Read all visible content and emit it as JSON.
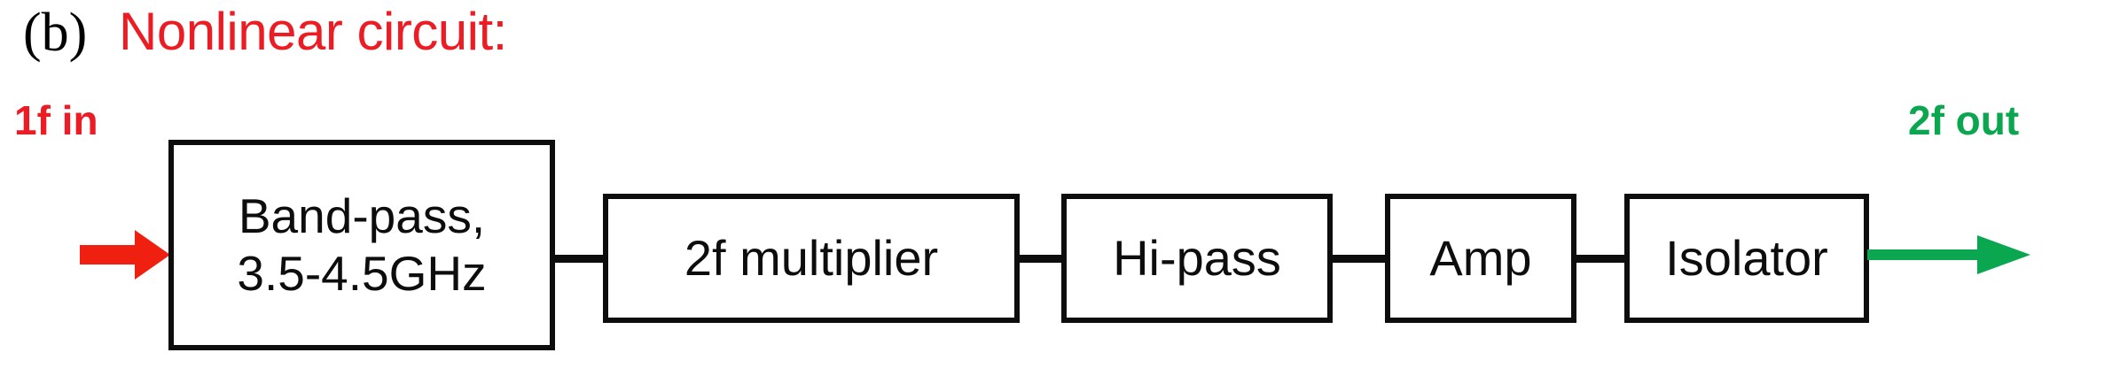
{
  "figure": {
    "panel_letter": "(b)",
    "title": "Nonlinear circuit:",
    "title_color": "#ec1c24",
    "background": "#ffffff"
  },
  "ports": {
    "input": {
      "label": "1f in",
      "color": "#ec1c24",
      "arrow": "red-thick-right-arrow"
    },
    "output": {
      "label": "2f out",
      "color": "#0ba750",
      "arrow": "green-thin-right-arrow"
    }
  },
  "chain": {
    "stroke_color": "#0d0d0d",
    "blocks": [
      {
        "id": "bandpass",
        "line1": "Band-pass,",
        "line2": "3.5-4.5GHz"
      },
      {
        "id": "multiplier",
        "line1": "2f multiplier",
        "line2": ""
      },
      {
        "id": "hipass",
        "line1": "Hi-pass",
        "line2": ""
      },
      {
        "id": "amp",
        "line1": "Amp",
        "line2": ""
      },
      {
        "id": "isolator",
        "line1": "Isolator",
        "line2": ""
      }
    ],
    "connector_count": 4
  }
}
